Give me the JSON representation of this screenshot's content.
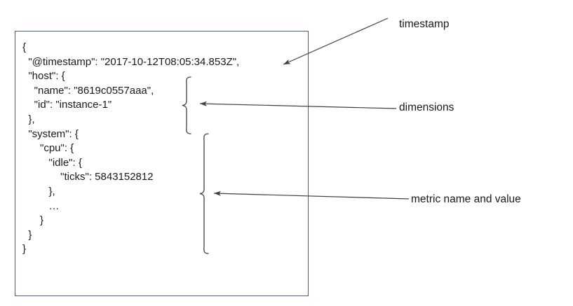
{
  "diagram": {
    "type": "annotated-json-document",
    "border_color": "#44608f",
    "text_color": "#1a1a1a",
    "arrow_color": "#404040"
  },
  "json_document": {
    "lines": [
      "{",
      "  \"@timestamp\": \"2017-10-12T08:05:34.853Z\",",
      "  \"host\": {",
      "    \"name\": \"8619c0557aaa\",",
      "    \"id\": \"instance-1\"",
      "  },",
      "  \"system\": {",
      "      \"cpu\": {",
      "         \"idle\": {",
      "             \"ticks\": 5843152812",
      "         },",
      "         …",
      "      }",
      "  }",
      "}"
    ],
    "text": "{\n  \"@timestamp\": \"2017-10-12T08:05:34.853Z\",\n  \"host\": {\n    \"name\": \"8619c0557aaa\",\n    \"id\": \"instance-1\"\n  },\n  \"system\": {\n      \"cpu\": {\n         \"idle\": {\n             \"ticks\": 5843152812\n         },\n         …\n      }\n  }\n}",
    "fields": {
      "timestamp": "2017-10-12T08:05:34.853Z",
      "host_name": "8619c0557aaa",
      "host_id": "instance-1",
      "metric_path": "system.cpu.idle.ticks",
      "metric_value": "5843152812"
    }
  },
  "annotations": [
    {
      "id": "timestamp",
      "label": "timestamp"
    },
    {
      "id": "dimensions",
      "label": "dimensions"
    },
    {
      "id": "metric",
      "label": "metric name and value"
    }
  ],
  "annotation_labels": {
    "timestamp": "timestamp",
    "dimensions": "dimensions",
    "metric": "metric name and value"
  }
}
